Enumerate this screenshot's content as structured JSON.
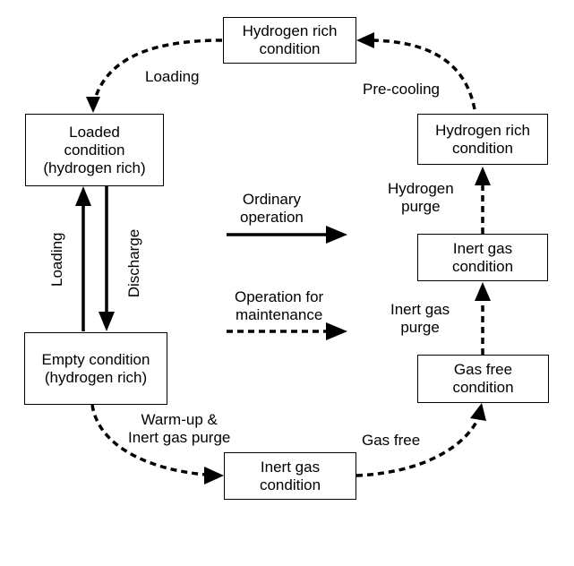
{
  "nodes": {
    "top": [
      "Hydrogen rich",
      "condition"
    ],
    "loaded": [
      "Loaded",
      "condition",
      "(hydrogen rich)"
    ],
    "empty": [
      "Empty condition",
      "(hydrogen rich)"
    ],
    "bottom": [
      "Inert gas",
      "condition"
    ],
    "gas_free": [
      "Gas free",
      "condition"
    ],
    "inert_right": [
      "Inert gas",
      "condition"
    ],
    "h2_right": [
      "Hydrogen rich",
      "condition"
    ]
  },
  "edges": {
    "loading_top": "Loading",
    "pre_cooling": "Pre-cooling",
    "loading_vert": "Loading",
    "discharge_vert": "Discharge",
    "warm_up": [
      "Warm-up &",
      "Inert gas purge"
    ],
    "gas_free": "Gas free",
    "inert_purge": [
      "Inert gas",
      "purge"
    ],
    "hydrogen_purge": [
      "Hydrogen",
      "purge"
    ]
  },
  "legend": {
    "ordinary": [
      "Ordinary",
      "operation"
    ],
    "maintenance": [
      "Operation for",
      "maintenance"
    ]
  }
}
